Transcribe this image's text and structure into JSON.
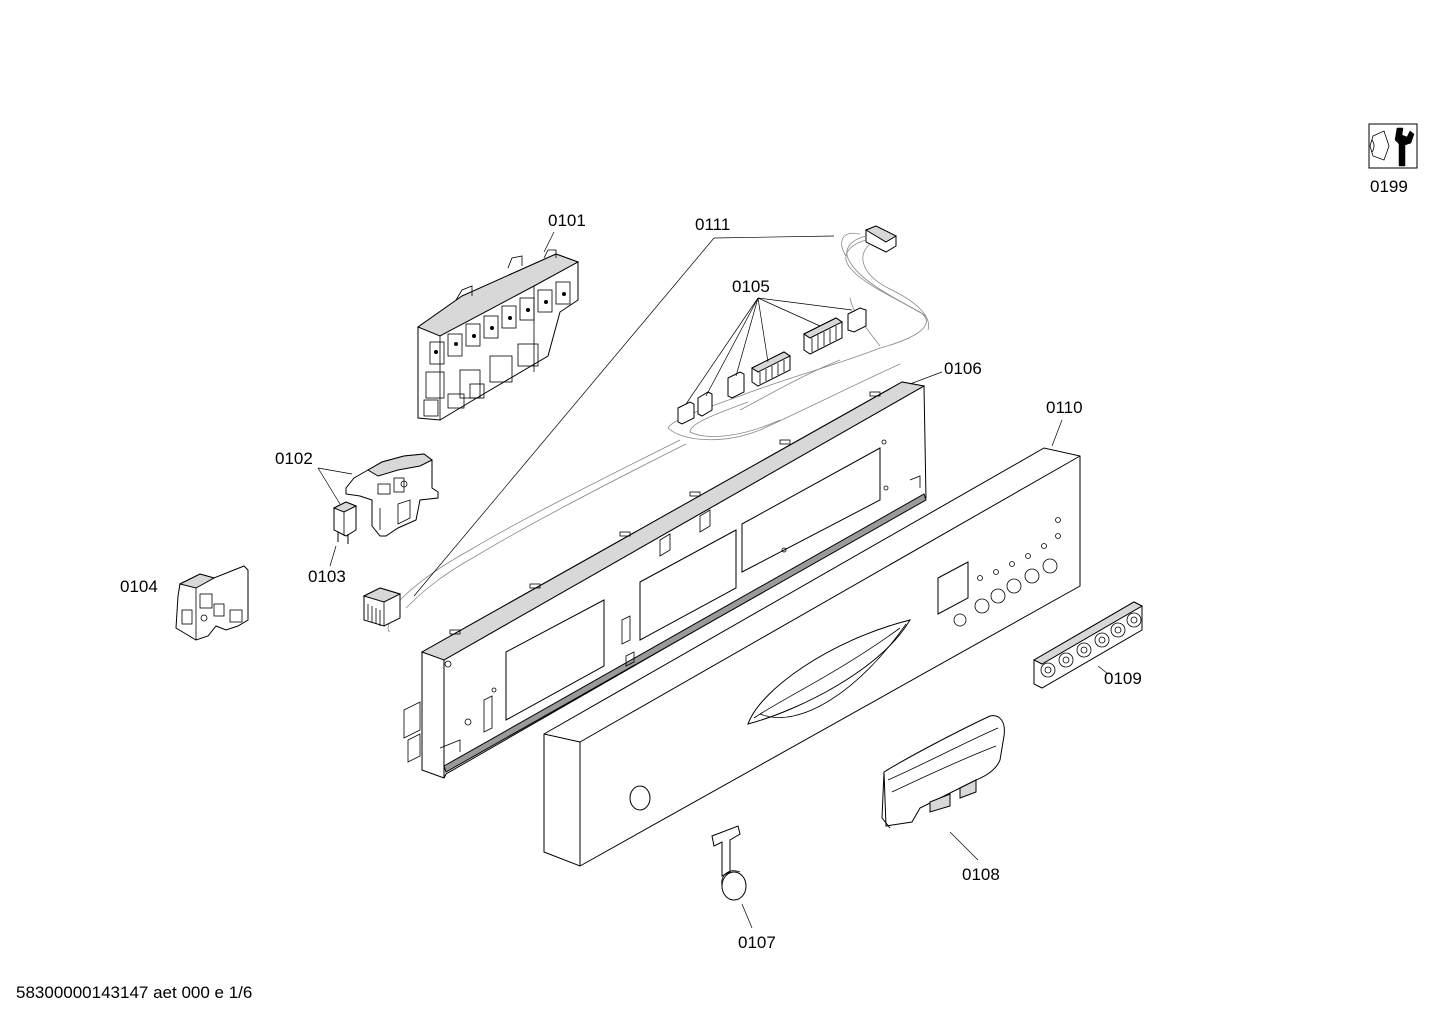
{
  "parts": [
    {
      "id": "p0101",
      "label": "0101"
    },
    {
      "id": "p0102",
      "label": "0102"
    },
    {
      "id": "p0103",
      "label": "0103"
    },
    {
      "id": "p0104",
      "label": "0104"
    },
    {
      "id": "p0105",
      "label": "0105"
    },
    {
      "id": "p0106",
      "label": "0106"
    },
    {
      "id": "p0107",
      "label": "0107"
    },
    {
      "id": "p0108",
      "label": "0108"
    },
    {
      "id": "p0109",
      "label": "0109"
    },
    {
      "id": "p0110",
      "label": "0110"
    },
    {
      "id": "p0111",
      "label": "0111"
    },
    {
      "id": "p0199",
      "label": "0199"
    }
  ],
  "footer": {
    "document_code": "58300000143147 aet 000 e 1/6"
  },
  "icons": {
    "service_icon": "wrench-nut-icon"
  }
}
